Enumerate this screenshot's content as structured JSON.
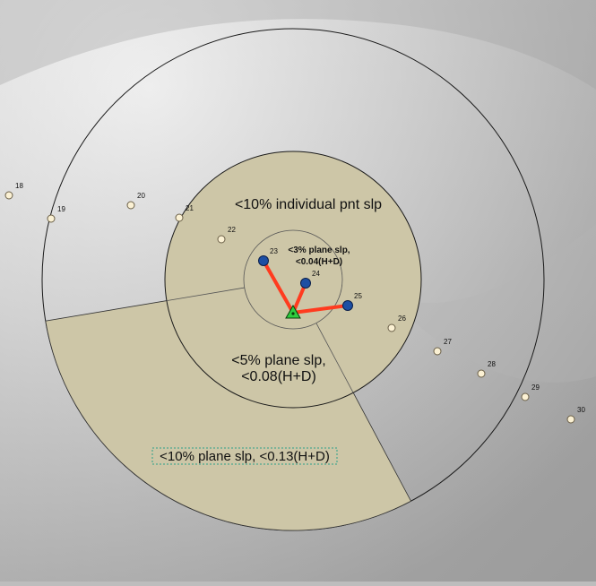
{
  "zones": {
    "individual": "<10% individual pnt slp",
    "plane3_line1": "<3% plane slp,",
    "plane3_line2": "<0.04(H+D)",
    "plane5_line1": "<5% plane slp,",
    "plane5_line2": "<0.08(H+D)",
    "plane10": "<10% plane slp, <0.13(H+D)"
  },
  "points": [
    "18",
    "19",
    "20",
    "21",
    "22",
    "23",
    "24",
    "25",
    "26",
    "27",
    "28",
    "29",
    "30"
  ],
  "colors": {
    "zone_fill": "#cdc6a7",
    "leg_line": "#ff3b1f",
    "selected_point": "#1d4fa3",
    "candidate_point": "#fbf1d4",
    "station_marker": "#2ecc40"
  }
}
